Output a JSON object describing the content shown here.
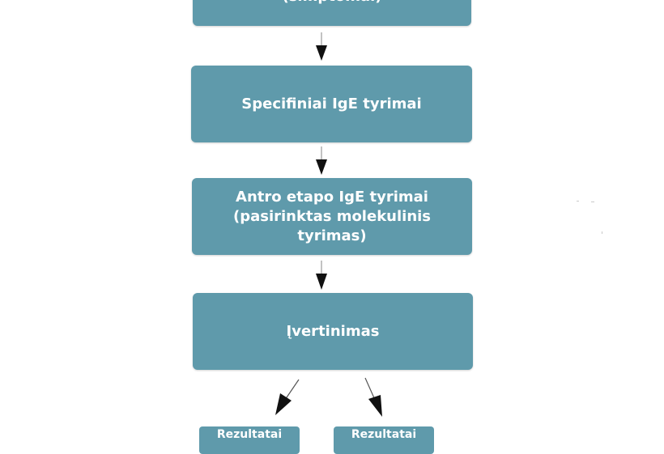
{
  "flowchart": {
    "steps": [
      {
        "id": "symptoms",
        "label": "(simptomai)"
      },
      {
        "id": "specific",
        "label": "Specifiniai IgE tyrimai"
      },
      {
        "id": "second_stage",
        "lines": [
          "Antro etapo IgE tyrimai",
          "(pasirinktas molekulinis",
          "tyrimas)"
        ]
      },
      {
        "id": "evaluation",
        "label": "Įvertinimas"
      }
    ],
    "results": [
      {
        "id": "left",
        "label": "Rezultatai"
      },
      {
        "id": "right",
        "label": "Rezultatai"
      }
    ]
  },
  "colors": {
    "box_fill": "#5f9aab",
    "box_text": "#ffffff",
    "arrow": "#111111"
  }
}
